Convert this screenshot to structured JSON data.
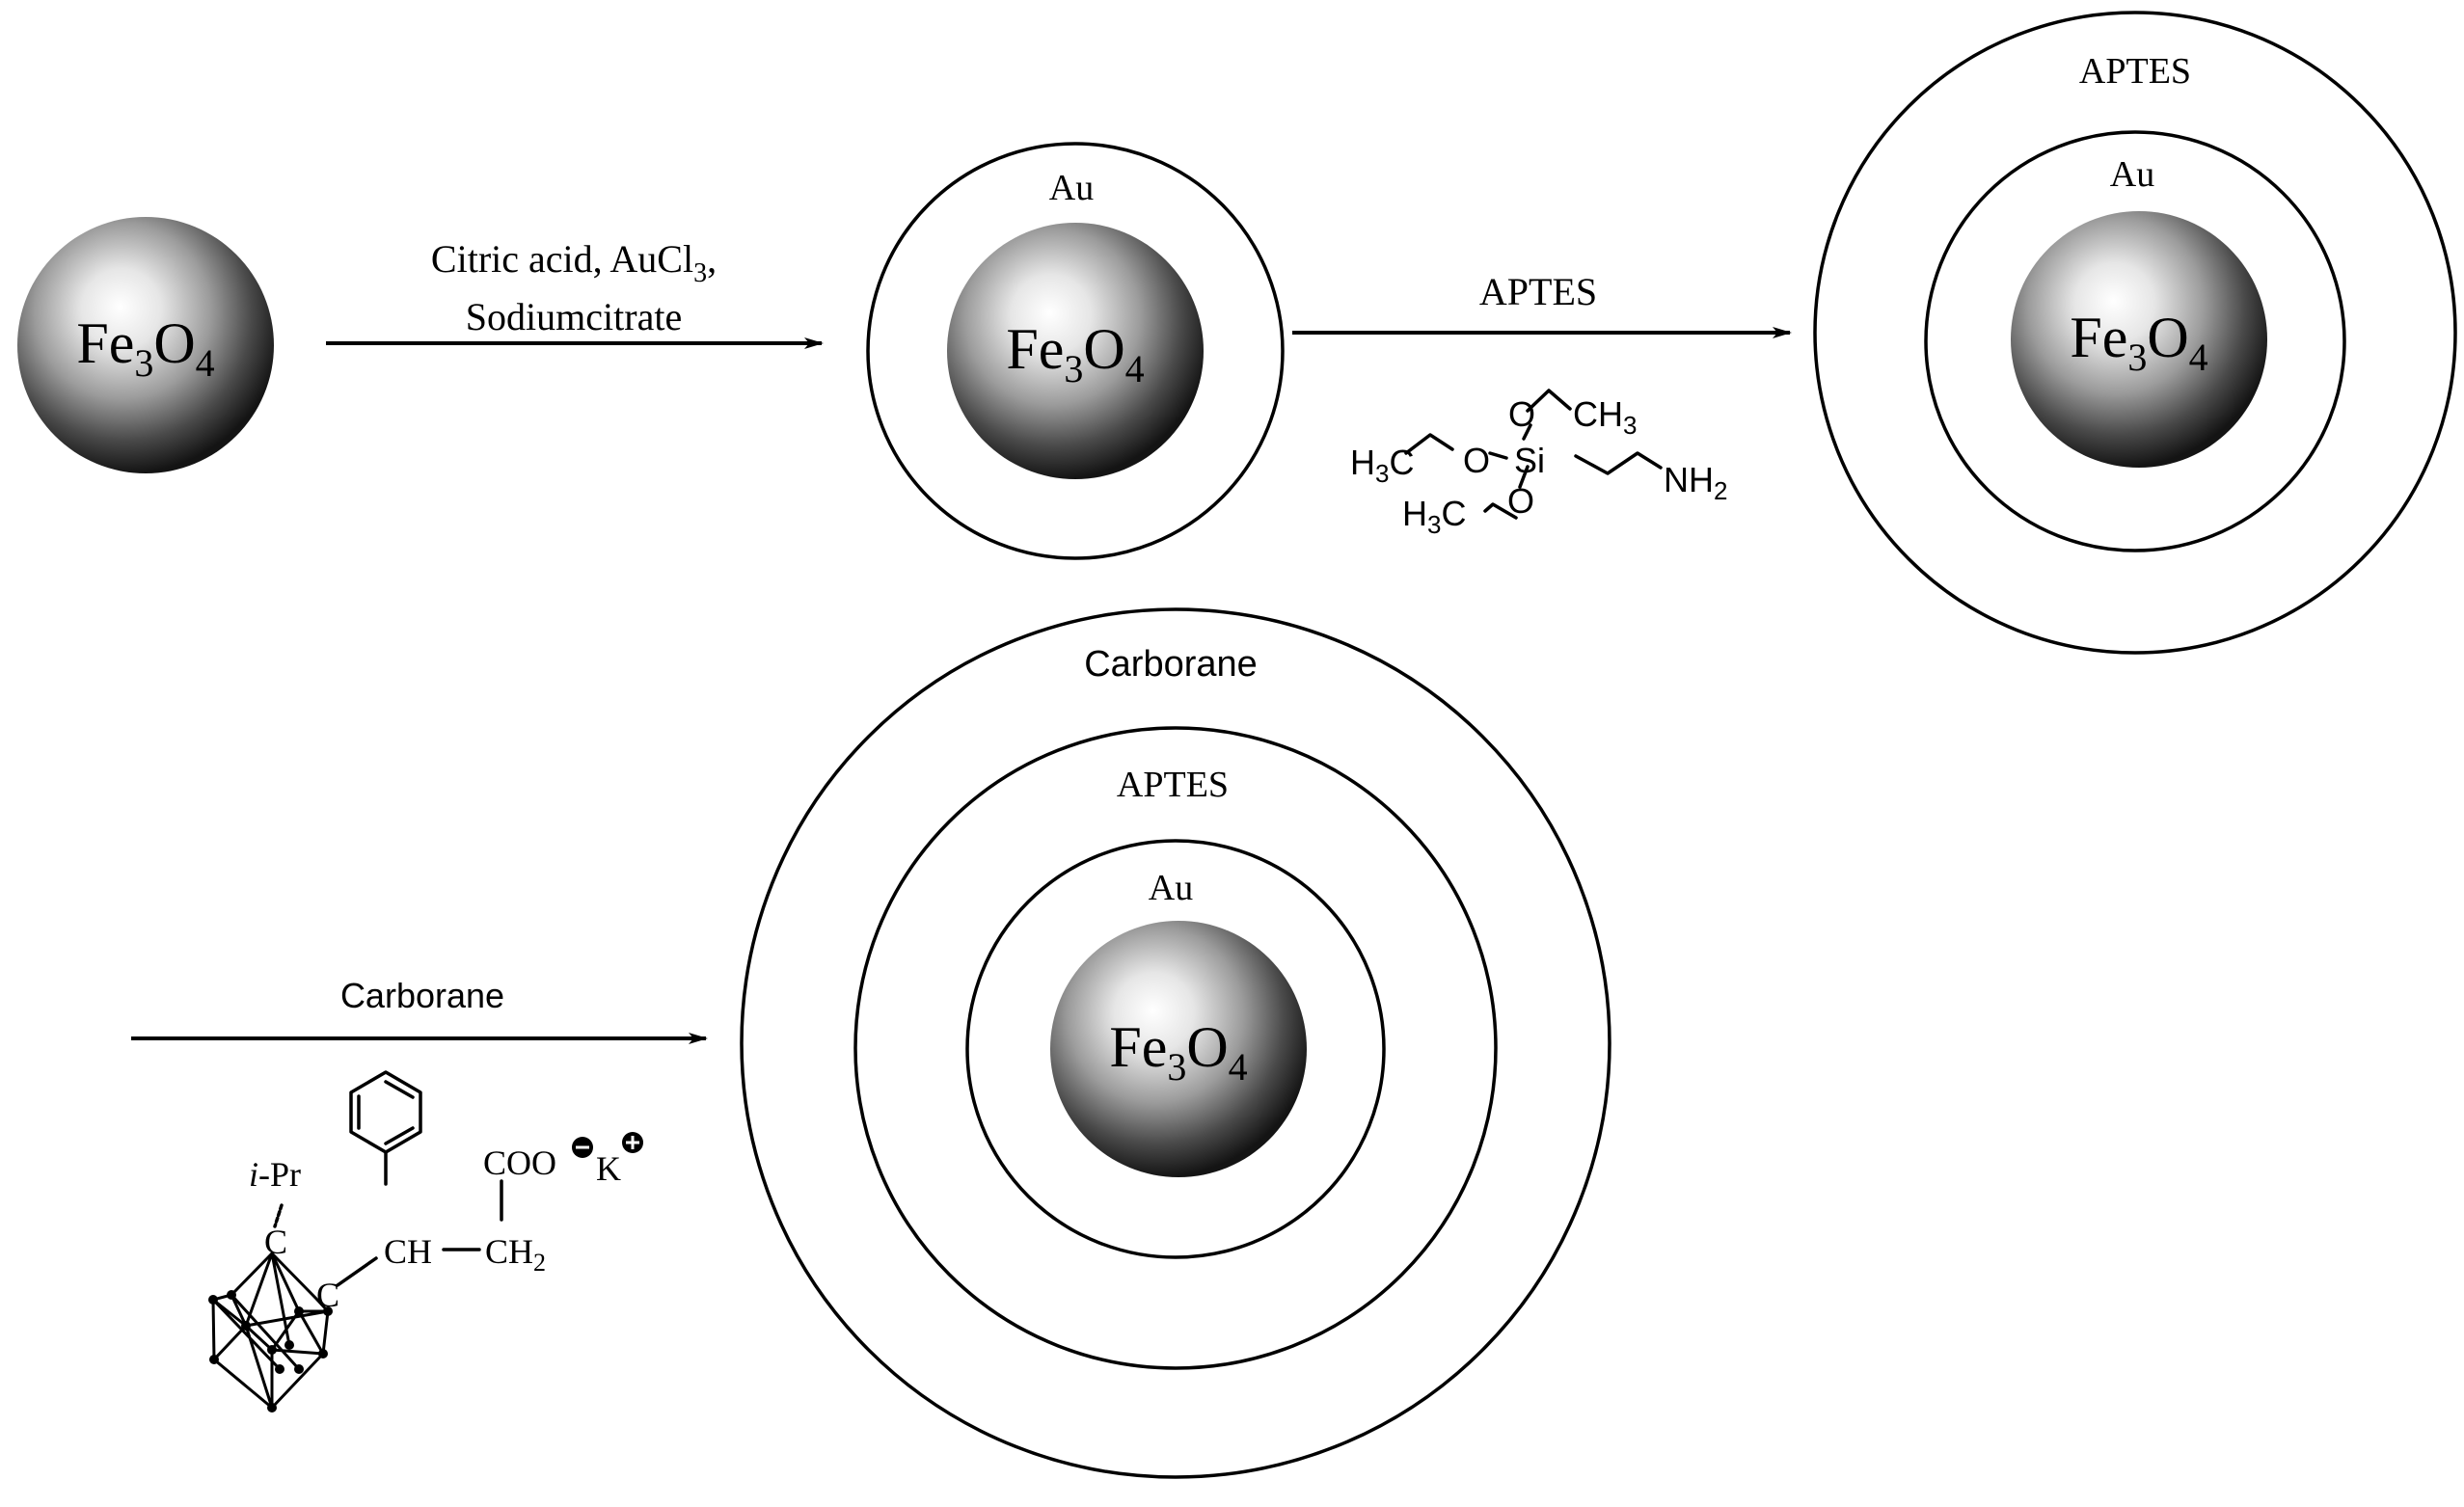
{
  "core": {
    "formula_base": "Fe",
    "sub1": "3",
    "mid": "O",
    "sub2": "4"
  },
  "layers": {
    "au": "Au",
    "aptes": "APTES",
    "carborane": "Carborane"
  },
  "step1": {
    "line1_prefix": "Citric acid, AuCl",
    "line1_sub": "3",
    "line1_suffix": ",",
    "line2": "Sodiumcitrate"
  },
  "step2": {
    "label": "APTES",
    "structure": {
      "o": "O",
      "si": "Si",
      "h": "H",
      "c": "C",
      "n": "NH",
      "sub3": "3",
      "sub2": "2"
    }
  },
  "step3": {
    "label": "Carborane",
    "structure": {
      "ipr_italic": "i",
      "ipr_rest": "-Pr",
      "c": "C",
      "ch": "CH",
      "ch2_base": "CH",
      "sub2": "2",
      "coo": "COO",
      "k": "K"
    }
  },
  "colors": {
    "sphere_light": "#ffffff",
    "sphere_mid": "#9a9a9a",
    "sphere_dark": "#1a1a1a",
    "line": "#000000"
  }
}
